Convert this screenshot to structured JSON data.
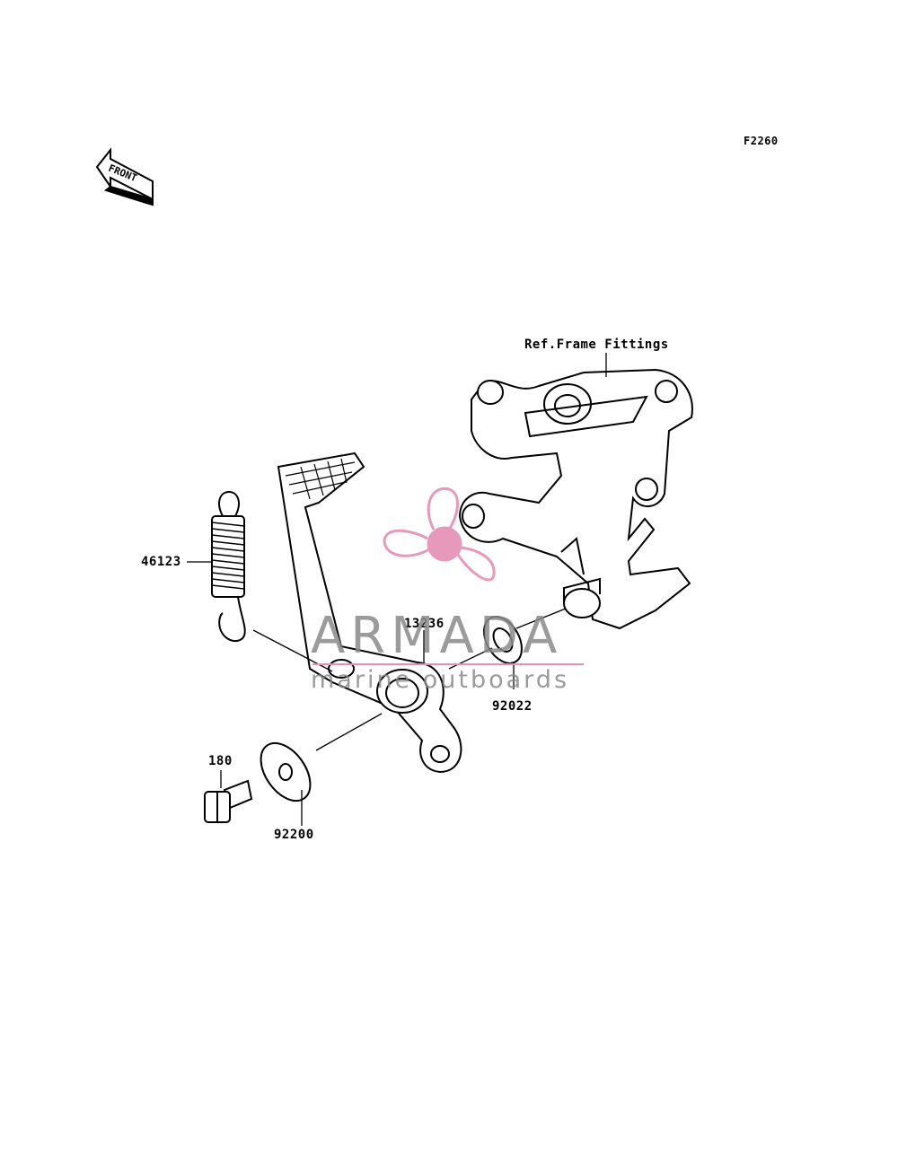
{
  "diagram_code": "F2260",
  "front_label": "FRONT",
  "reference": "Ref.Frame Fittings",
  "parts": [
    {
      "number": "46123",
      "description": "spring"
    },
    {
      "number": "13236",
      "description": "brake pedal"
    },
    {
      "number": "92022",
      "description": "washer"
    },
    {
      "number": "180",
      "description": "bolt"
    },
    {
      "number": "92200",
      "description": "washer"
    }
  ],
  "watermark": {
    "brand": "ARMADA",
    "tagline": "marine outboards",
    "color": "#e48fb3"
  }
}
